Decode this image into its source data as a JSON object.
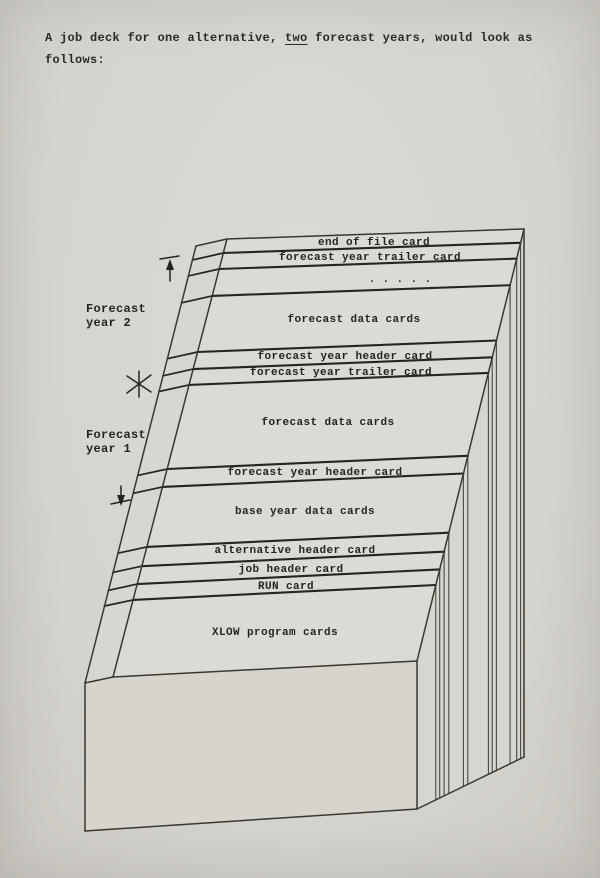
{
  "intro": {
    "part1": "A job deck for one alternative, ",
    "underlined_word": "two",
    "part2": " forecast years, would look as",
    "line2": "follows:"
  },
  "diagram": {
    "span_labels": [
      {
        "line1": "Forecast",
        "line2": "year 2"
      },
      {
        "line1": "Forecast",
        "line2": "year 1"
      }
    ],
    "bands": [
      {
        "label": "end of file card"
      },
      {
        "label": "forecast year trailer card"
      },
      {
        "label": ". . . . ."
      },
      {
        "label": "forecast data cards"
      },
      {
        "label": "forecast year header card"
      },
      {
        "label": "forecast year trailer card"
      },
      {
        "label": "forecast data cards"
      },
      {
        "label": "forecast year header card"
      },
      {
        "label": "base year data cards"
      },
      {
        "label": "alternative header card"
      },
      {
        "label": "job header card"
      },
      {
        "label": "RUN card"
      },
      {
        "label": "XLOW program cards"
      }
    ],
    "colors": {
      "ink": "#26241f",
      "paper": "#d6d4ce"
    }
  }
}
